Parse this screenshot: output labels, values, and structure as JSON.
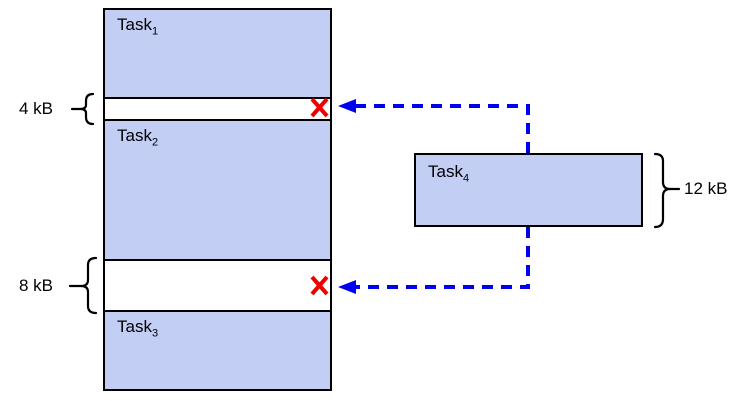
{
  "diagram": {
    "title": "memory-allocation-fragmentation",
    "colors": {
      "block_fill": "#c3cef5",
      "block_border": "#000000",
      "gap_fill": "#ffffff",
      "arrow": "#0000ee",
      "reject_mark": "#ee0000"
    }
  },
  "memory_column": {
    "blocks": [
      {
        "name": "task1",
        "label": "Task",
        "sub": "1",
        "kind": "occupied"
      },
      {
        "name": "free-gap-4kb",
        "label": "",
        "sub": "",
        "kind": "free",
        "size": "4 kB"
      },
      {
        "name": "task2",
        "label": "Task",
        "sub": "2",
        "kind": "occupied"
      },
      {
        "name": "free-gap-8kb",
        "label": "",
        "sub": "",
        "kind": "free",
        "size": "8 kB"
      },
      {
        "name": "task3",
        "label": "Task",
        "sub": "3",
        "kind": "occupied"
      }
    ]
  },
  "size_labels": {
    "gap_small": "4 kB",
    "gap_large": "8 kB",
    "incoming_task": "12 kB"
  },
  "incoming": {
    "label": "Task",
    "sub": "4",
    "size": "12 kB"
  },
  "markers": {
    "reject_glyph": "X",
    "reject_top_name": "reject-mark-4kb",
    "reject_bottom_name": "reject-mark-8kb"
  }
}
